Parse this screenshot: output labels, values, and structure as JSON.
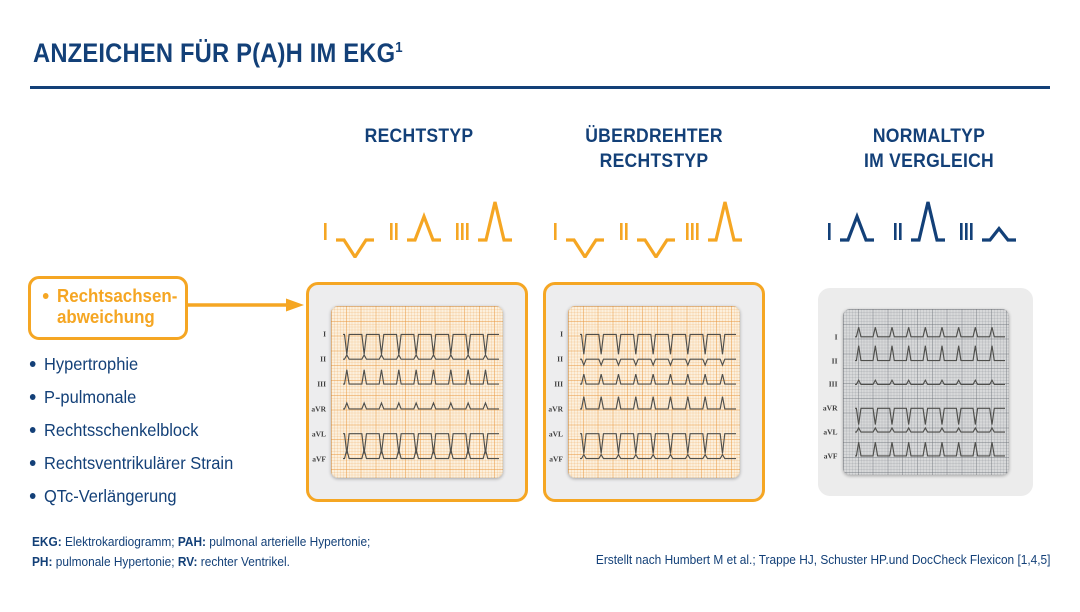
{
  "header": {
    "title": "ANZEICHEN FÜR P(A)H IM EKG",
    "title_superscript": "1",
    "rule_color": "#134078"
  },
  "colors": {
    "navy": "#134078",
    "orange": "#f5a623",
    "paper_warm": "#fcf0dd",
    "paper_cool": "#d8d9da",
    "trace": "#4a4a48",
    "panel_bg": "#ececec"
  },
  "sidebar": {
    "highlighted_item": {
      "label": "Rechtsachsen-abweichung",
      "line1": "Rechtsachsen-",
      "line2": "abweichung"
    },
    "items": [
      {
        "label": "Hypertrophie"
      },
      {
        "label": "P-pulmonale"
      },
      {
        "label": "Rechtsschenkelblock"
      },
      {
        "label": "Rechtsventrikulärer Strain"
      },
      {
        "label": "QTc-Verlängerung"
      }
    ]
  },
  "columns": [
    {
      "heading": "RECHTSTYP",
      "accent": "orange",
      "qrs_glyphs": [
        {
          "lead": "I",
          "direction": "down",
          "amplitude": 0.55
        },
        {
          "lead": "II",
          "direction": "up",
          "amplitude": 0.62
        },
        {
          "lead": "III",
          "direction": "up",
          "amplitude": 1.0
        }
      ]
    },
    {
      "heading": "ÜBERDREHTER RECHTSTYP",
      "heading_line1": "ÜBERDREHTER",
      "heading_line2": "RECHTSTYP",
      "accent": "orange",
      "qrs_glyphs": [
        {
          "lead": "I",
          "direction": "down",
          "amplitude": 0.85
        },
        {
          "lead": "II",
          "direction": "down",
          "amplitude": 0.45
        },
        {
          "lead": "III",
          "direction": "up",
          "amplitude": 1.0
        }
      ]
    },
    {
      "heading": "NORMALTYP IM VERGLEICH",
      "heading_line1": "NORMALTYP",
      "heading_line2": "IM VERGLEICH",
      "accent": "navy",
      "qrs_glyphs": [
        {
          "lead": "I",
          "direction": "up",
          "amplitude": 0.62
        },
        {
          "lead": "II",
          "direction": "up",
          "amplitude": 1.0
        },
        {
          "lead": "III",
          "direction": "up",
          "amplitude": 0.3
        }
      ]
    }
  ],
  "ecg_panels": [
    {
      "name": "rechtstyp-strip",
      "paper": "warm",
      "beats": 9,
      "leads": [
        {
          "label": "I",
          "direction": "down",
          "amplitude": 1.0
        },
        {
          "label": "II",
          "direction": "up",
          "amplitude": 0.22
        },
        {
          "label": "III",
          "direction": "up",
          "amplitude": 0.72
        },
        {
          "label": "aVR",
          "direction": "up",
          "amplitude": 0.3
        },
        {
          "label": "aVL",
          "direction": "down",
          "amplitude": 1.0
        },
        {
          "label": "aVF",
          "direction": "up",
          "amplitude": 0.45
        }
      ]
    },
    {
      "name": "ueberdrehter-rechtstyp-strip",
      "paper": "warm",
      "beats": 9,
      "leads": [
        {
          "label": "I",
          "direction": "down",
          "amplitude": 1.0
        },
        {
          "label": "II",
          "direction": "down",
          "amplitude": 0.3
        },
        {
          "label": "III",
          "direction": "up",
          "amplitude": 0.5
        },
        {
          "label": "aVR",
          "direction": "up",
          "amplitude": 0.62
        },
        {
          "label": "aVL",
          "direction": "down",
          "amplitude": 1.0
        },
        {
          "label": "aVF",
          "direction": "up",
          "amplitude": 0.2
        }
      ]
    },
    {
      "name": "normaltyp-strip",
      "paper": "cool",
      "beats": 9,
      "leads": [
        {
          "label": "I",
          "direction": "up",
          "amplitude": 0.5
        },
        {
          "label": "II",
          "direction": "up",
          "amplitude": 0.78
        },
        {
          "label": "III",
          "direction": "up",
          "amplitude": 0.22
        },
        {
          "label": "aVR",
          "direction": "down",
          "amplitude": 0.85
        },
        {
          "label": "aVL",
          "direction": "up",
          "amplitude": 0.22
        },
        {
          "label": "aVF",
          "direction": "up",
          "amplitude": 0.72
        }
      ]
    }
  ],
  "footnotes": {
    "abbreviations_line1_key1": "EKG:",
    "abbreviations_line1_val1": " Elektrokardiogramm; ",
    "abbreviations_line1_key2": "PAH:",
    "abbreviations_line1_val2": " pulmonal arterielle Hypertonie;",
    "abbreviations_line2_key1": "PH:",
    "abbreviations_line2_val1": " pulmonale Hypertonie; ",
    "abbreviations_line2_key2": "RV:",
    "abbreviations_line2_val2": " rechter Ventrikel.",
    "source": "Erstellt nach Humbert M et al.; Trappe HJ, Schuster HP.und DocCheck Flexicon [1,4,5]"
  }
}
